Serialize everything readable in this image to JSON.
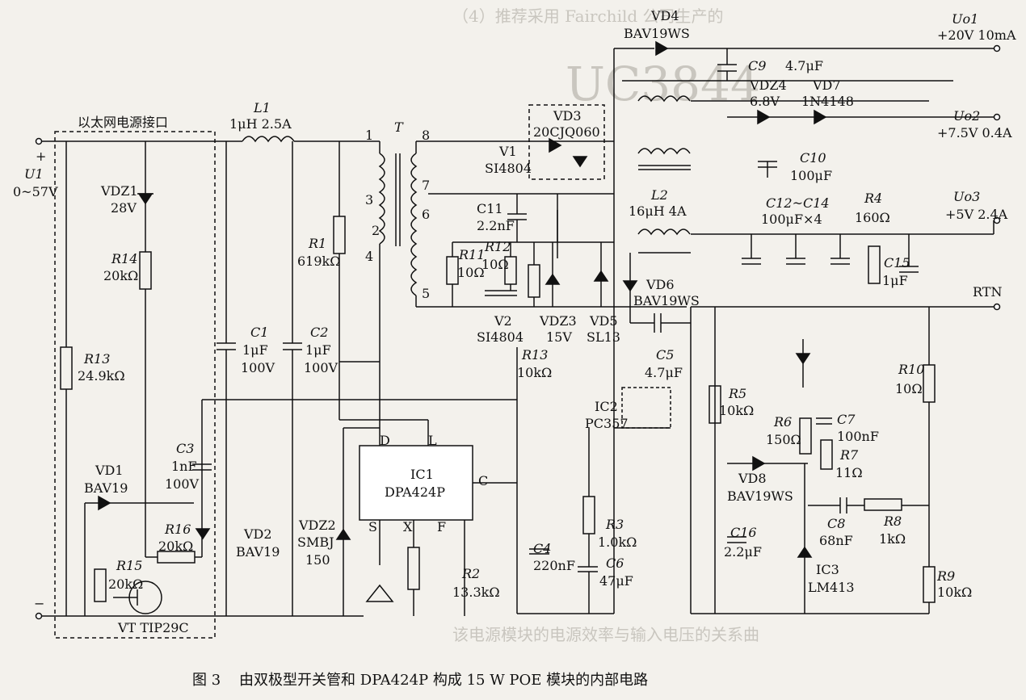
{
  "figure": {
    "caption": "图 3    由双极型开关管和 DPA424P 构成 15 W POE 模块的内部电路"
  },
  "bleed_through": {
    "line1": "（4）推荐采用 Fairchild 公司生产的",
    "line2": "该电源模块的电源效率与输入电压的关系曲",
    "big_title": "UC3844"
  },
  "inputs": {
    "u1": "U1",
    "u1_range": "0~57V",
    "plus": "+",
    "minus": "−",
    "connector": "以太网电源接口"
  },
  "outputs": {
    "uo1": "Uo1",
    "uo1_spec": "+20V 10mA",
    "uo2": "Uo2",
    "uo2_spec": "+7.5V 0.4A",
    "uo3": "Uo3",
    "uo3_spec": "+5V 2.4A",
    "rtn": "RTN"
  },
  "components": {
    "vdz1": "VDZ1",
    "vdz1_val": "28V",
    "r14": "R14",
    "r14_val": "20kΩ",
    "r13": "R13",
    "r13_val": "24.9kΩ",
    "l1": "L1",
    "l1_val": "1μH 2.5A",
    "c1": "C1",
    "c1_val": "1μF",
    "c1_v": "100V",
    "c2": "C2",
    "c2_val": "1μF",
    "c2_v": "100V",
    "r1": "R1",
    "r1_val": "619kΩ",
    "c3": "C3",
    "c3_val": "1nF",
    "c3_v": "100V",
    "vd1": "VD1",
    "vd1_val": "BAV19",
    "r16": "R16",
    "r16_val": "20kΩ",
    "r15": "R15",
    "r15_val": "20kΩ",
    "vt": "VT TIP29C",
    "vd2": "VD2",
    "vd2_val": "BAV19",
    "vdz2": "VDZ2",
    "vdz2_val": "SMBJ",
    "vdz2_val2": "150",
    "ic1": "IC1",
    "ic1_val": "DPA424P",
    "pin_d": "D",
    "pin_l": "L",
    "pin_s": "S",
    "pin_x": "X",
    "pin_f": "F",
    "pin_c": "C",
    "r2": "R2",
    "r2_val": "13.3kΩ",
    "t": "T",
    "t1": "1",
    "t2": "2",
    "t3": "3",
    "t4": "4",
    "t5": "5",
    "t6": "6",
    "t7": "7",
    "t8": "8",
    "vd3": "VD3",
    "vd3_val": "20CJQ060",
    "v1": "V1",
    "v1_val": "SI4804",
    "c11": "C11",
    "c11_val": "2.2nF",
    "r11": "R11",
    "r11_val": "10Ω",
    "r12": "R12",
    "r12_val": "10Ω",
    "v2": "V2",
    "v2_val": "SI4804",
    "vdz3": "VDZ3",
    "vdz3_val": "15V",
    "vd5": "VD5",
    "vd5_val": "SL13",
    "r13b": "R13",
    "r13b_val": "10kΩ",
    "vd4": "VD4",
    "vd4_val": "BAV19WS",
    "c9": "C9",
    "c9_val": "4.7μF",
    "vdz4": "VDZ4",
    "vdz4_val": "6.8V",
    "vd7": "VD7",
    "vd7_val": "1N4148",
    "c10": "C10",
    "c10_val": "100μF",
    "l2": "L2",
    "l2_val": "16μH 4A",
    "c12": "C12~C14",
    "c12_val": "100μF×4",
    "r4": "R4",
    "r4_val": "160Ω",
    "c15": "C15",
    "c15_val": "1μF",
    "vd6": "VD6",
    "vd6_val": "BAV19WS",
    "c5": "C5",
    "c5_val": "4.7μF",
    "ic2": "IC2",
    "ic2_val": "PC357",
    "r5": "R5",
    "r5_val": "10kΩ",
    "r6": "R6",
    "r6_val": "150Ω",
    "c7": "C7",
    "c7_val": "100nF",
    "r7": "R7",
    "r7_val": "11Ω",
    "vd8": "VD8",
    "vd8_val": "BAV19WS",
    "c8": "C8",
    "c8_val": "68nF",
    "r8": "R8",
    "r8_val": "1kΩ",
    "r10": "R10",
    "r10_val": "10Ω",
    "c4": "C4",
    "c4_val": "220nF",
    "r3": "R3",
    "r3_val": "1.0kΩ",
    "c6": "C6",
    "c6_val": "47μF",
    "c16": "C16",
    "c16_val": "2.2μF",
    "ic3": "IC3",
    "ic3_val": "LM413",
    "r9": "R9",
    "r9_val": "10kΩ"
  }
}
